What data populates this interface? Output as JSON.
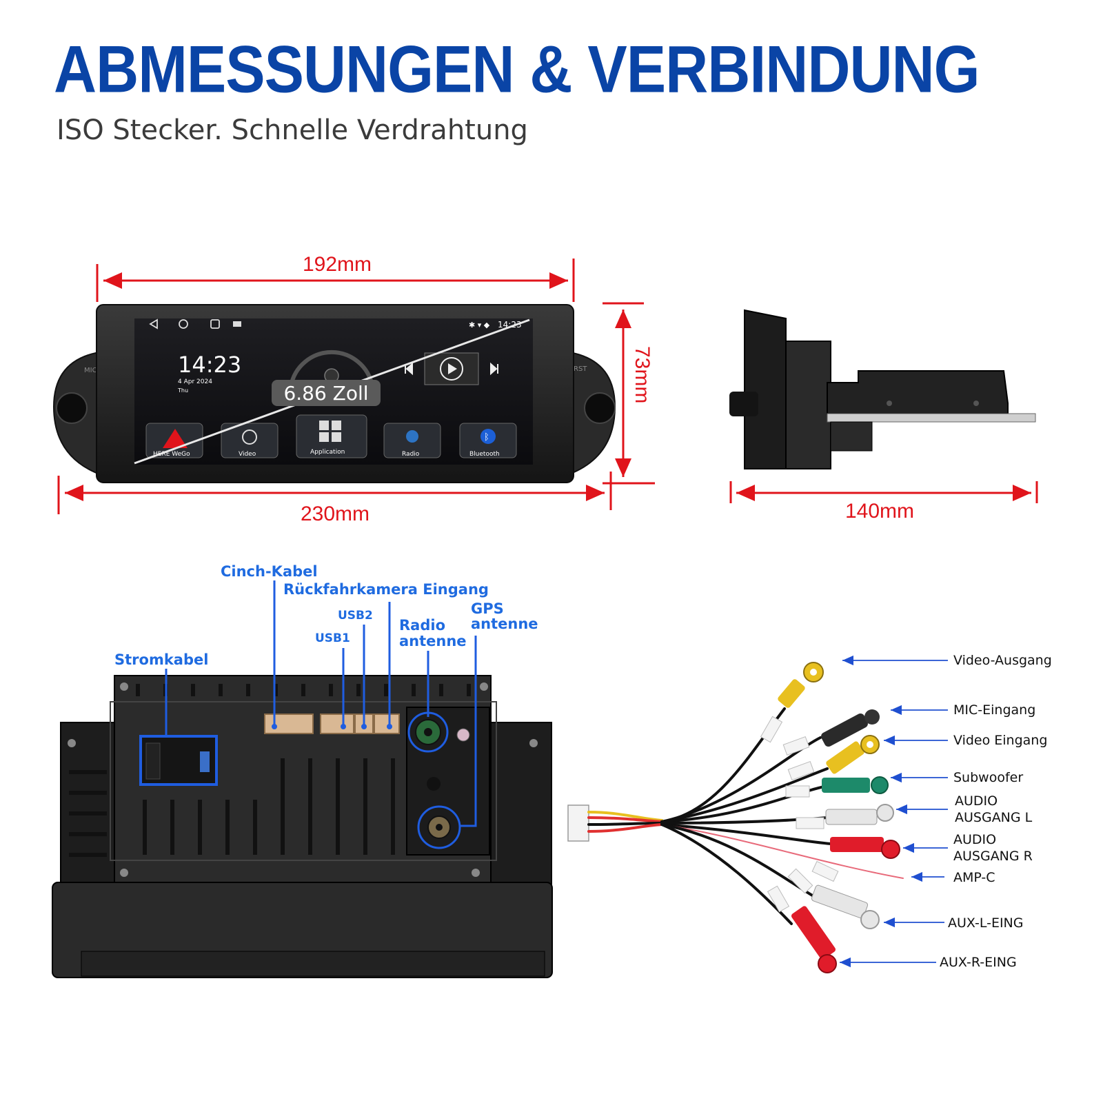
{
  "header": {
    "title": "ABMESSUNGEN & VERBINDUNG",
    "subtitle": "ISO Stecker. Schnelle Verdrahtung"
  },
  "dimensions": {
    "screen_width": "192mm",
    "total_width": "230mm",
    "height": "73mm",
    "depth": "140mm",
    "screen_size": "6.86 Zoll"
  },
  "screen": {
    "time": "14:23",
    "date": "4 Apr 2024",
    "weekday": "Thu",
    "status_time": "14:23",
    "apps": [
      "HERE WeGo",
      "Video",
      "Application",
      "Radio",
      "Bluetooth"
    ]
  },
  "knob_labels": {
    "left": "MIC",
    "right": "RST"
  },
  "ports": {
    "cinch": "Cinch-Kabel",
    "rear_camera": "Rückfahrkamera Eingang",
    "usb2": "USB2",
    "usb1": "USB1",
    "radio_line1": "Radio",
    "radio_line2": "antenne",
    "gps_line1": "GPS",
    "gps_line2": "antenne",
    "power": "Stromkabel"
  },
  "cable_labels": {
    "video_out": "Video-Ausgang",
    "mic_in": "MIC-Eingang",
    "video_in": "Video Eingang",
    "subwoofer": "Subwoofer",
    "audio_l_line1": "AUDIO",
    "audio_l_line2": "AUSGANG L",
    "audio_r_line1": "AUDIO",
    "audio_r_line2": "AUSGANG R",
    "amp": "AMP-C",
    "aux_l": "AUX-L-EING",
    "aux_r": "AUX-R-EING"
  },
  "colors": {
    "title_blue": "#0a44a6",
    "dimension_red": "#e0141b",
    "label_blue": "#1f6be0"
  }
}
